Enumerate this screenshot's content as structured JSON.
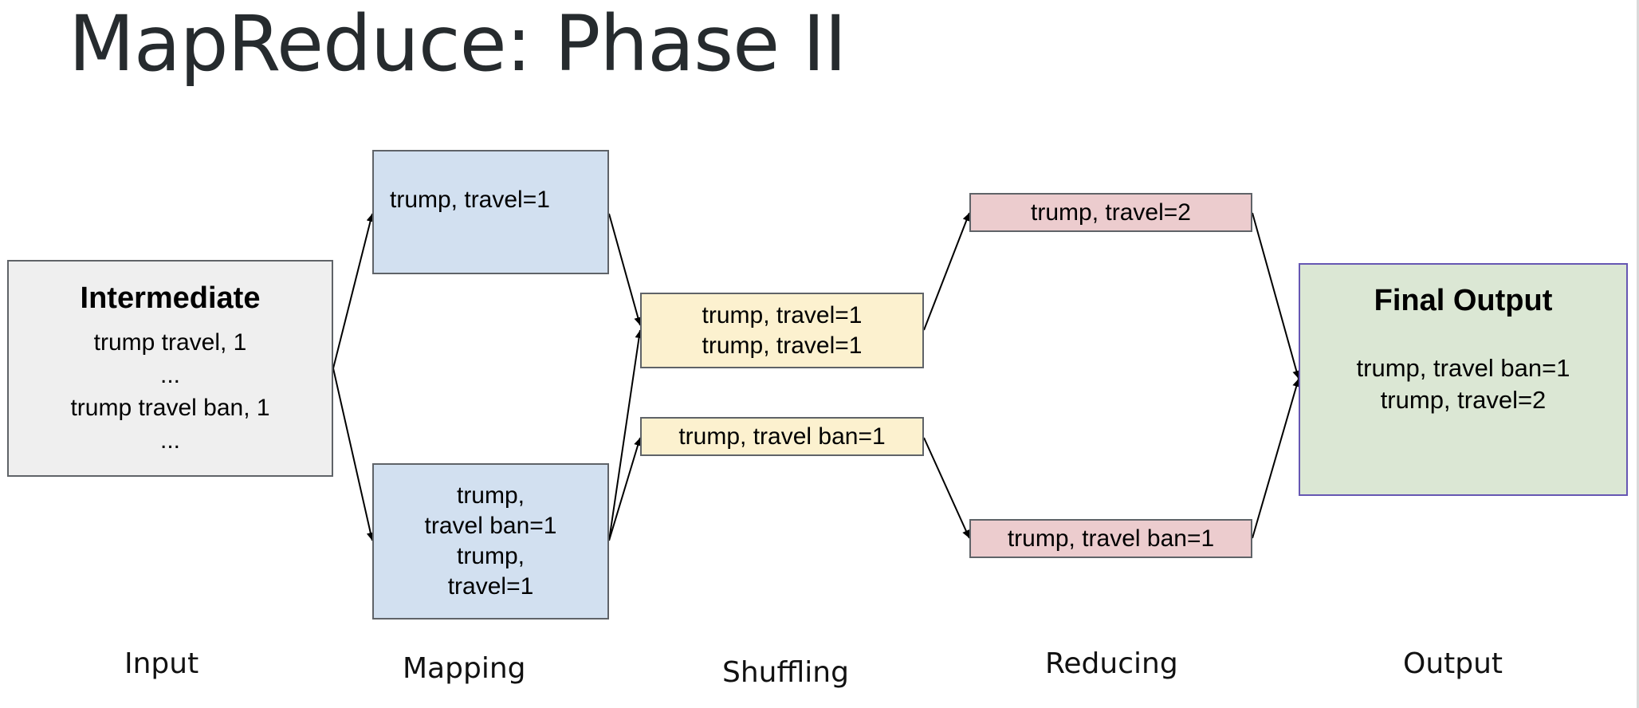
{
  "title": "MapReduce: Phase II",
  "input_box": {
    "heading": "Intermediate",
    "lines": [
      "trump travel, 1",
      "...",
      "trump travel ban, 1",
      "..."
    ]
  },
  "map_boxes": [
    {
      "lines": [
        "trump, travel=1"
      ]
    },
    {
      "lines": [
        "trump,",
        "travel ban=1",
        "trump,",
        "travel=1"
      ]
    }
  ],
  "shuffle_boxes": [
    {
      "lines": [
        "trump, travel=1",
        "trump, travel=1"
      ]
    },
    {
      "lines": [
        "trump, travel ban=1"
      ]
    }
  ],
  "reduce_boxes": [
    {
      "lines": [
        "trump, travel=2"
      ]
    },
    {
      "lines": [
        "trump, travel ban=1"
      ]
    }
  ],
  "output_box": {
    "heading": "Final Output",
    "lines": [
      "trump, travel ban=1",
      "trump, travel=2"
    ]
  },
  "stages": [
    "Input",
    "Mapping",
    "Shuffling",
    "Reducing",
    "Output"
  ],
  "colors": {
    "input_fill": "#efefef",
    "map_fill": "#d2e0f0",
    "shuffle_fill": "#fcf1cf",
    "reduce_fill": "#ecccce",
    "output_fill": "#dbe7d4",
    "output_border": "#6657b3"
  }
}
